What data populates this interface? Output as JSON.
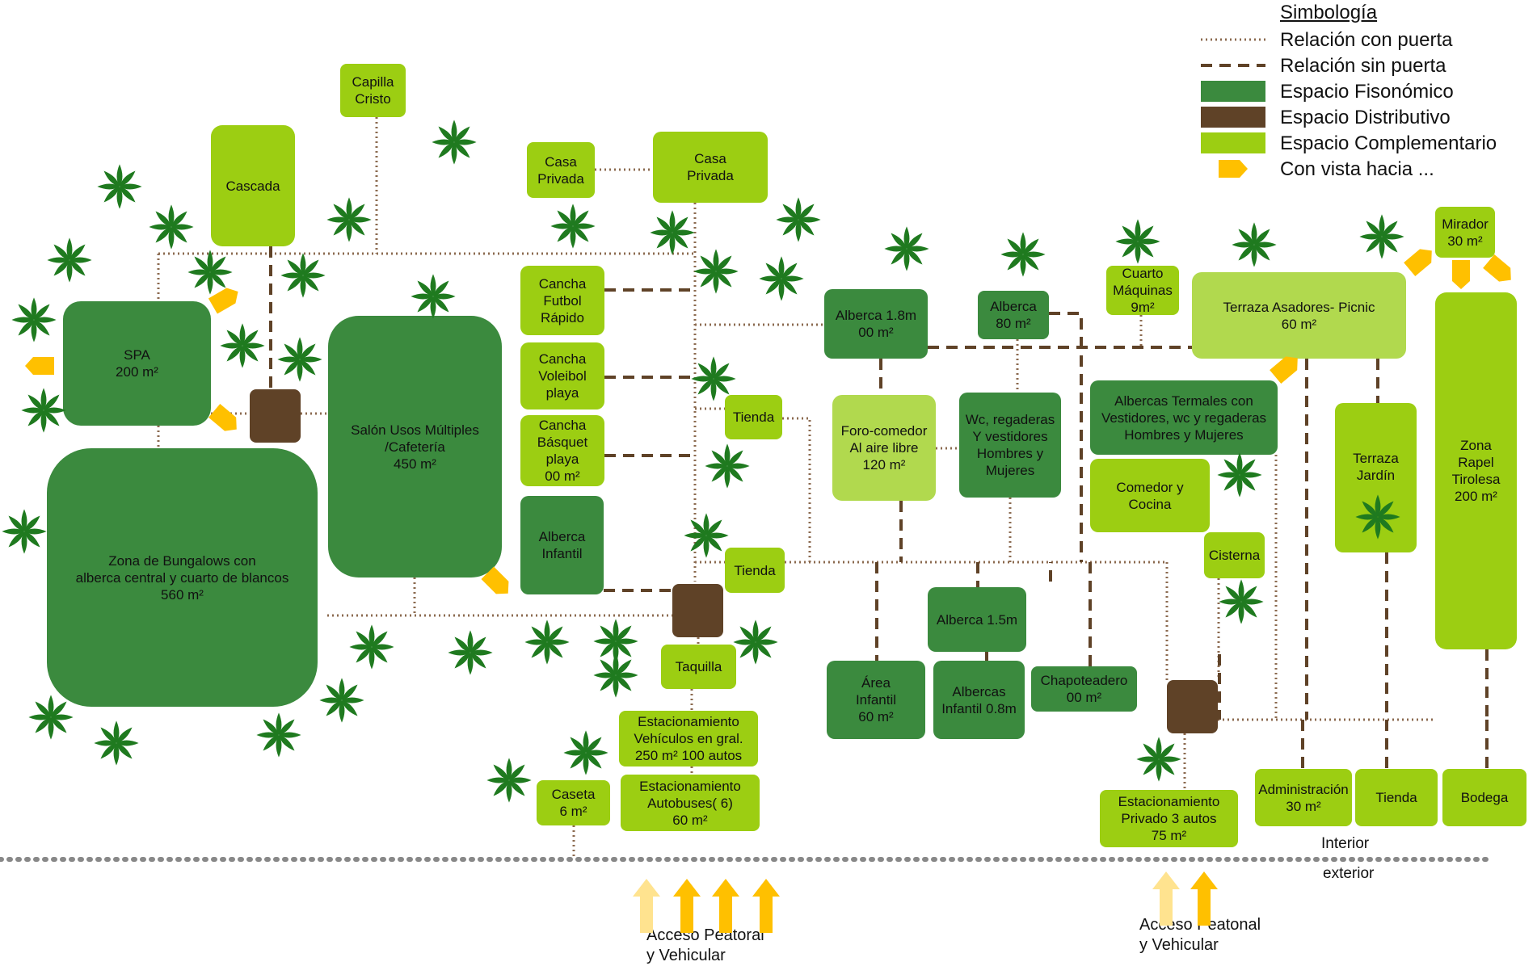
{
  "legend": {
    "title": "Simbología",
    "items": [
      {
        "label": "Relación con puerta",
        "kind": "dotted"
      },
      {
        "label": "Relación sin puerta",
        "kind": "dashed"
      },
      {
        "label": "Espacio Fisonómico",
        "kind": "fisonomico"
      },
      {
        "label": "Espacio Distributivo",
        "kind": "distributivo"
      },
      {
        "label": "Espacio Complementario",
        "kind": "complementario"
      },
      {
        "label": "Con vista hacia ...",
        "kind": "vista"
      }
    ]
  },
  "colors": {
    "fisonomico": "#3b8a3e",
    "distributivo": "#5f4227",
    "complementario": "#9cce12",
    "complementario_claro": "#b1d94e",
    "vista": "#ffc000",
    "acceso_claro": "#ffe38f",
    "dotted_line": "#8b6a4f",
    "dashed_line": "#5f4227",
    "palm": "#1f7a1f"
  },
  "spaces": {
    "capilla": "Capilla\nCristo",
    "cascada": "Cascada",
    "casa_privada_1": "Casa\nPrivada",
    "casa_privada_2": "Casa\nPrivada",
    "spa": "SPA\n200 m²",
    "bungalows": "Zona de Bungalows con\nalberca central  y cuarto de blancos\n560 m²",
    "salon": "Salón Usos Múltiples\n/Cafetería\n450 m²",
    "cancha_futbol": "Cancha\nFutbol\nRápido",
    "cancha_voleibol": "Cancha\nVoleibol\nplaya",
    "cancha_basquet": "Cancha\nBásquet\nplaya\n00 m²",
    "alberca_infantil": "Alberca\nInfantil",
    "tienda_1": "Tienda",
    "tienda_2": "Tienda",
    "taquilla": "Taquilla",
    "estac_vehiculos": "Estacionamiento\nVehículos en gral.\n250 m² 100 autos",
    "estac_autobuses": "Estacionamiento\nAutobuses( 6)\n60 m²",
    "caseta": "Caseta\n6 m²",
    "alberca_18": "Alberca 1.8m\n00 m²",
    "alberca_80": "Alberca\n80 m²",
    "foro": "Foro-comedor\nAl aire libre\n120 m²",
    "wc": "Wc, regaderas\nY vestidores\nHombres y\nMujeres",
    "alberca_15": "Alberca 1.5m",
    "area_infantil": "Área\nInfantil\n60 m²",
    "albercas_infantil_08": "Albercas\nInfantil 0.8m",
    "chapoteadero": "Chapoteadero\n00 m²",
    "cuarto_maquinas": "Cuarto\nMáquinas\n9m²",
    "terraza_asadores": "Terraza Asadores- Picnic\n60 m²",
    "albercas_termales": "Albercas Termales con\nVestidores, wc y regaderas\nHombres y Mujeres",
    "comedor": "Comedor y\nCocina",
    "cisterna": "Cisterna",
    "terraza_jardin": "Terraza\nJardín",
    "mirador": "Mirador\n30 m²",
    "zona_rapel": "Zona\nRapel\nTirolesa\n200 m²",
    "estac_privado": "Estacionamiento\nPrivado  3 autos\n75 m²",
    "administracion": "Administración\n30 m²",
    "tienda_3": "Tienda",
    "bodega": "Bodega"
  },
  "labels": {
    "interior": "Interior",
    "exterior": "exterior",
    "acceso_1": "Acceso  Peatoral\ny  Vehicular",
    "acceso_2": "Acceso  Peatonal\ny Vehicular"
  }
}
